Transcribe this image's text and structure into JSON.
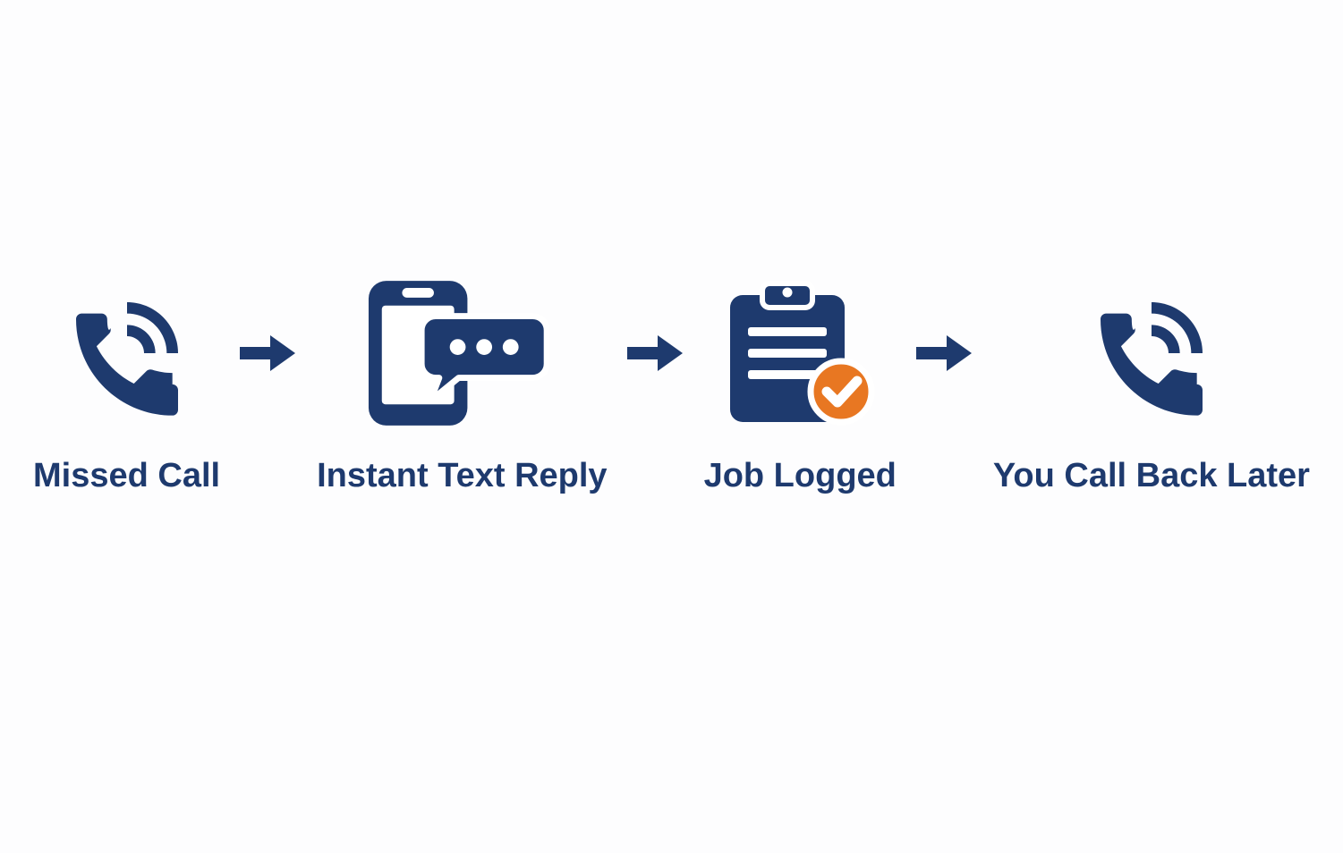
{
  "background": "#fdfdfe",
  "colors": {
    "navy": "#1e3a6e",
    "orange": "#e87722",
    "white": "#ffffff"
  },
  "flow": {
    "steps": [
      {
        "label": "Missed Call",
        "icon": "missed-call-phone-icon"
      },
      {
        "label": "Instant Text Reply",
        "icon": "phone-chat-bubble-icon"
      },
      {
        "label": "Job Logged",
        "icon": "clipboard-check-icon"
      },
      {
        "label": "You Call Back Later",
        "icon": "callback-phone-icon"
      }
    ],
    "connector_icon": "arrow-right-icon"
  }
}
